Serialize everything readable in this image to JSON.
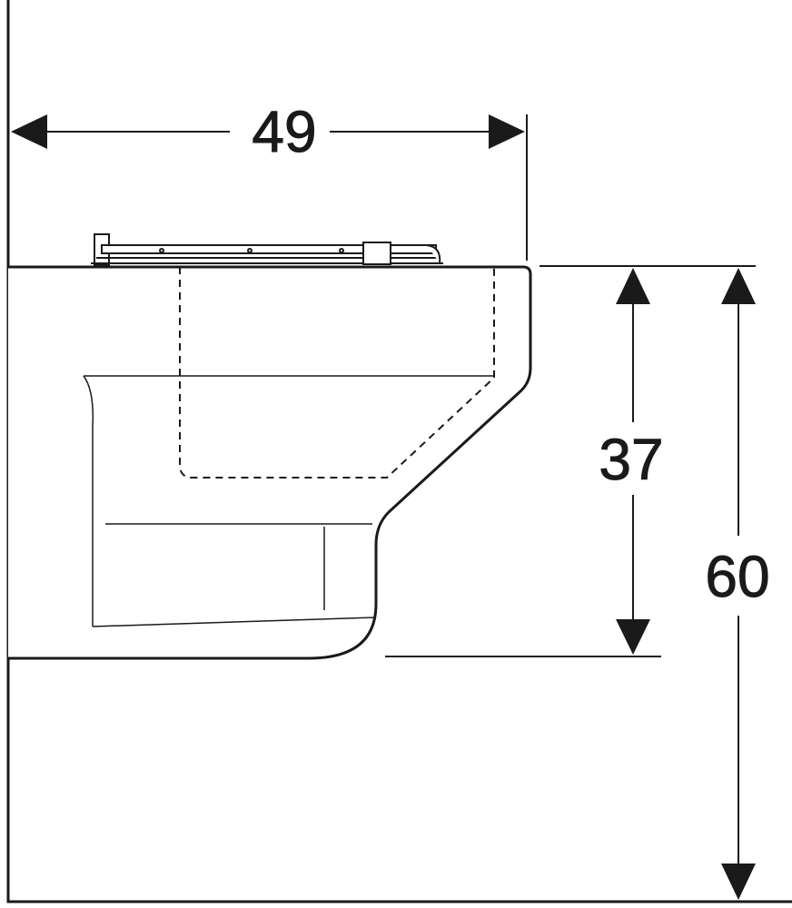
{
  "diagram": {
    "dimensions": {
      "width": "49",
      "height_bowl": "37",
      "height_total": "60"
    },
    "colors": {
      "line": "#1a1a1a",
      "background": "#ffffff"
    }
  }
}
